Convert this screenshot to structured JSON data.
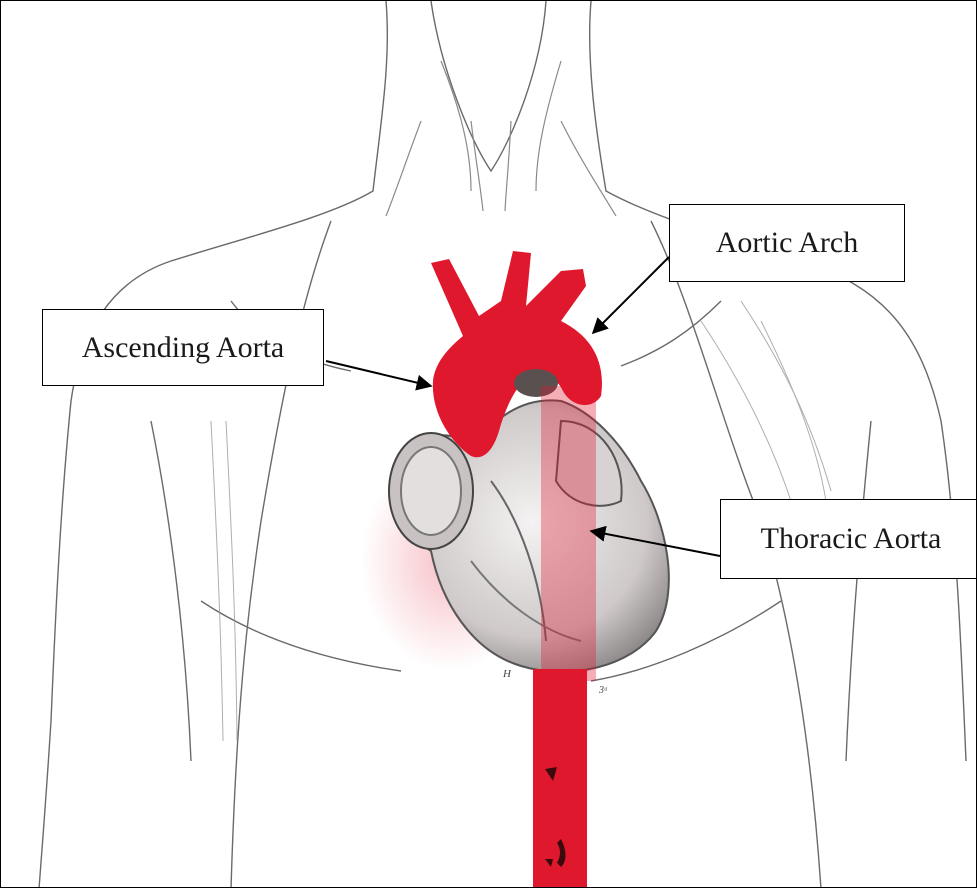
{
  "labels": {
    "aortic_arch": "Aortic Arch",
    "ascending_aorta": "Ascending Aorta",
    "thoracic_aorta": "Thoracic Aorta"
  },
  "plate_marks": {
    "h": "H",
    "three": "3ᵃ"
  },
  "colors": {
    "aorta": "#e0182d",
    "aorta_dark": "#8a0d18",
    "line_art": "#555555",
    "heart_shade": "#b9b4b4"
  }
}
